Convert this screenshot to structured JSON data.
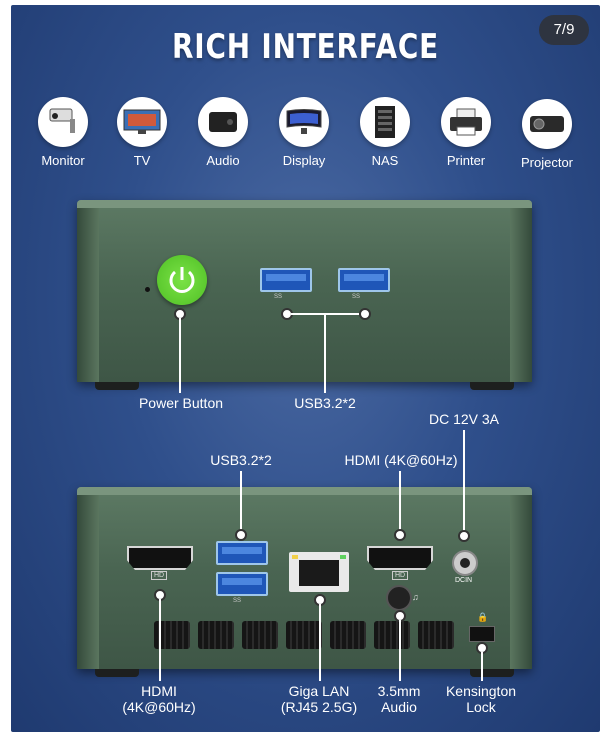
{
  "title": "RICH INTERFACE",
  "page_indicator": "7/9",
  "devices": [
    {
      "label": "Monitor",
      "icon": "security-camera-icon"
    },
    {
      "label": "TV",
      "icon": "tv-icon"
    },
    {
      "label": "Audio",
      "icon": "speaker-icon"
    },
    {
      "label": "Display",
      "icon": "monitor-icon"
    },
    {
      "label": "NAS",
      "icon": "nas-icon"
    },
    {
      "label": "Printer",
      "icon": "printer-icon"
    },
    {
      "label": "Projector",
      "icon": "projector-icon"
    }
  ],
  "front": {
    "power_button": "Power Button",
    "usb": "USB3.2*2",
    "usb_mark": "SS"
  },
  "rear": {
    "usb": "USB3.2*2",
    "hdmi_top": "HDMI (4K@60Hz)",
    "dc": "DC 12V 3A",
    "hdmi_bottom_1": "HDMI",
    "hdmi_bottom_2": "(4K@60Hz)",
    "lan_1": "Giga LAN",
    "lan_2": "(RJ45 2.5G)",
    "audio_1": "3.5mm",
    "audio_2": "Audio",
    "kensington_1": "Kensington",
    "kensington_2": "Lock",
    "hd_mark": "HD",
    "dcin_mark": "DCIN"
  },
  "colors": {
    "background": "#2f4f8b",
    "chassis": "#4a6552",
    "power": "#5fcf33",
    "usb": "#1f56b8"
  }
}
